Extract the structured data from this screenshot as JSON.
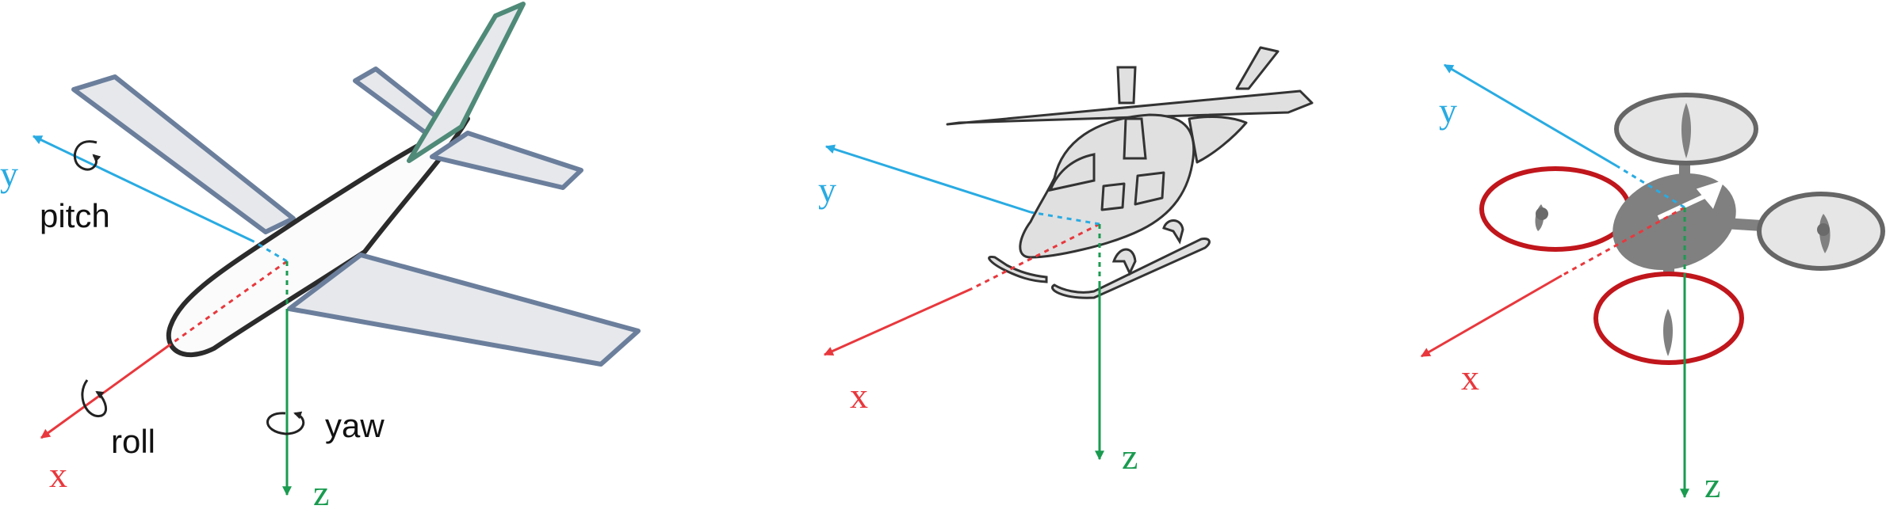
{
  "colors": {
    "x_axis": "#e8383d",
    "y_axis": "#29abe2",
    "z_axis": "#1a9b50",
    "airplane_body_stroke": "#2b2b2b",
    "airplane_wing_stroke": "#6b7f9c",
    "airplane_tail_stroke": "#4f8a78",
    "airplane_fill": "#e6e8ec",
    "helicopter_fill": "#e0e0e0",
    "helicopter_stroke": "#333333",
    "drone_body": "#808080",
    "drone_ring_gray": "#666666",
    "drone_ring_red": "#c0161c"
  },
  "airplane": {
    "axis_x": "x",
    "axis_y": "y",
    "axis_z": "z",
    "rot_roll": "roll",
    "rot_pitch": "pitch",
    "rot_yaw": "yaw"
  },
  "helicopter": {
    "axis_x": "x",
    "axis_y": "y",
    "axis_z": "z"
  },
  "drone": {
    "axis_x": "x",
    "axis_y": "y",
    "axis_z": "z"
  },
  "icons": {
    "rotation": "curved-arrow-icon"
  }
}
